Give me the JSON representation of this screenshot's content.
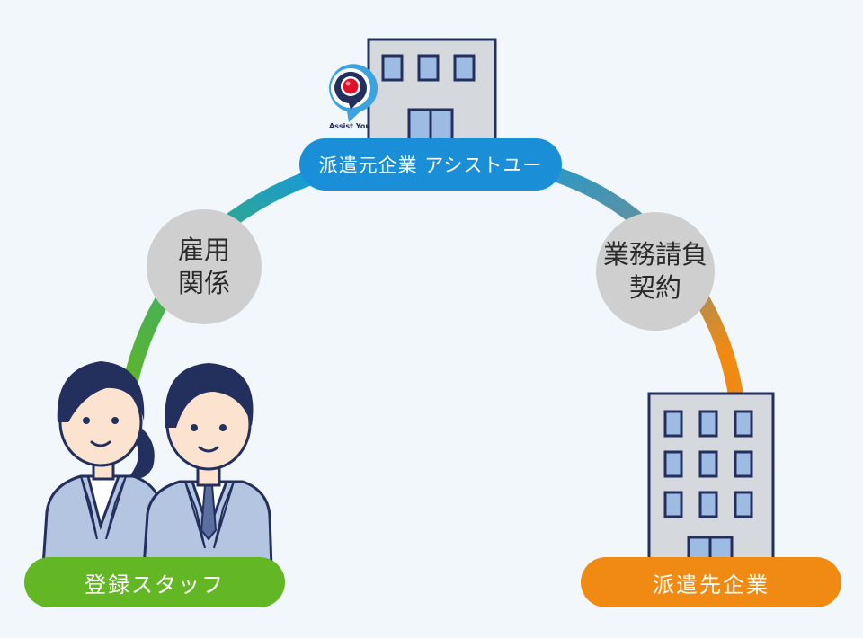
{
  "nodes": {
    "dispatch_origin": "派遣元企業 アシストユー",
    "staff": "登録スタッフ",
    "client": "派遣先企業"
  },
  "relations": {
    "employment": [
      "雇用",
      "関係"
    ],
    "contract": [
      "業務請負",
      "契約"
    ]
  },
  "logo": {
    "text": "Assist You"
  },
  "colors": {
    "background": "#f2f7fb",
    "origin_pill": "#1a8fd8",
    "staff_pill": "#63b624",
    "client_pill": "#f08a12",
    "relation_circle": "#cfcfcf",
    "building_body": "#d5d8dc",
    "building_outline": "#23305e",
    "window": "#9dbbe3",
    "suit": "#b3c5e0",
    "hair": "#23305e",
    "logo_red": "#e0102a",
    "logo_blue": "#3aa3e0"
  },
  "icons": [
    "company-building-icon",
    "client-building-icon",
    "assist-you-logo-icon",
    "female-staff-icon",
    "male-staff-icon"
  ]
}
